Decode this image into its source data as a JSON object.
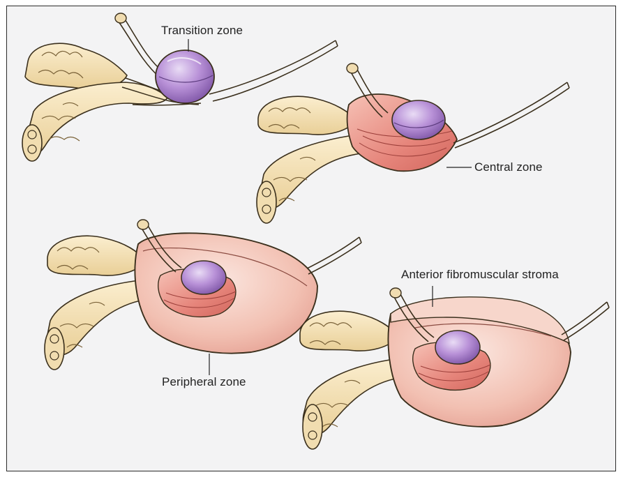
{
  "labels": {
    "transition": "Transition zone",
    "central": "Central zone",
    "peripheral": "Peripheral zone",
    "stroma": "Anterior fibromuscular stroma"
  },
  "colors": {
    "background": "#f3f3f4",
    "seminal": "#f3dfb2",
    "seminal_outline": "#3a2f1c",
    "transition_zone": "#b98fd6",
    "central_zone": "#e6867d",
    "peripheral_zone": "#f3c3b6",
    "stroma": "#f6d3c6",
    "urethra": "#f0dcb0"
  }
}
